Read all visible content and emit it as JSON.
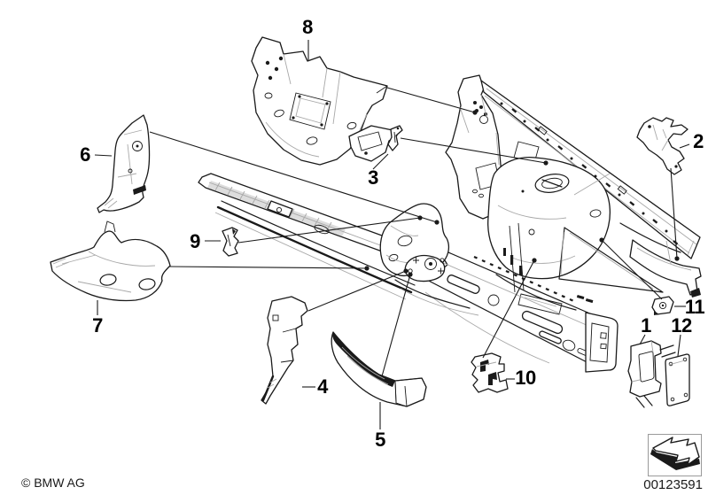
{
  "callouts": [
    {
      "id": 1,
      "label": "1"
    },
    {
      "id": 2,
      "label": "2"
    },
    {
      "id": 3,
      "label": "3"
    },
    {
      "id": 4,
      "label": "4"
    },
    {
      "id": 5,
      "label": "5"
    },
    {
      "id": 6,
      "label": "6"
    },
    {
      "id": 7,
      "label": "7"
    },
    {
      "id": 8,
      "label": "8"
    },
    {
      "id": 9,
      "label": "9"
    },
    {
      "id": 10,
      "label": "10"
    },
    {
      "id": 11,
      "label": "11"
    },
    {
      "id": 12,
      "label": "12"
    }
  ],
  "footer": {
    "copyright": "© BMW AG",
    "document_number": "00123591"
  },
  "icons": {
    "nav_arrow": "forward-down-arrow-icon"
  },
  "colors": {
    "line": "#1a1a1a",
    "shading_gray": "#a8a8a8",
    "hatch_fill": "#d2d2d2",
    "frame_border": "#9a9a9a",
    "background": "#ffffff"
  }
}
